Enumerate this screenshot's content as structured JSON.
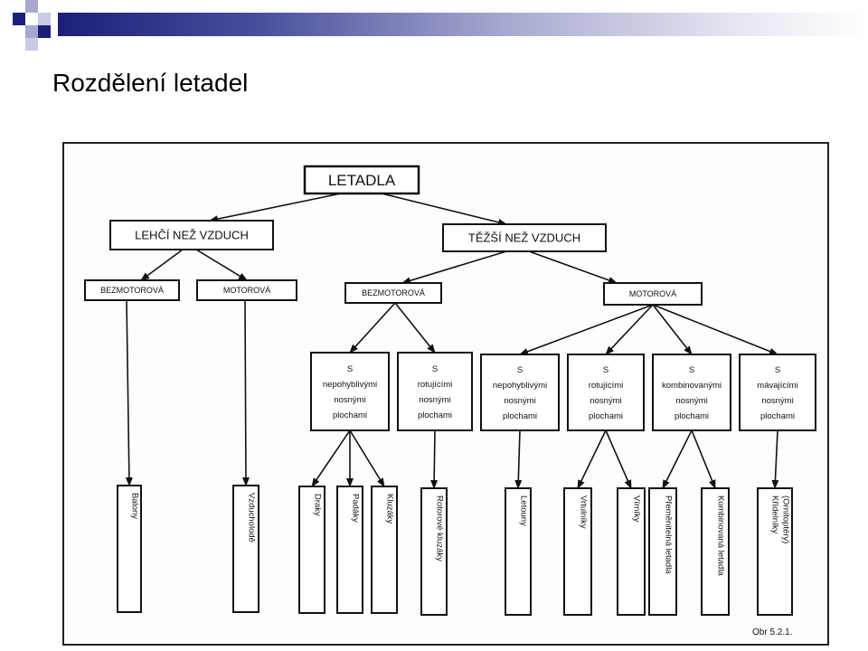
{
  "slide": {
    "title": "Rozdělení letadel"
  },
  "diagram": {
    "root": "LETADLA",
    "lighter": "LEHČÍ NEŽ VZDUCH",
    "heavier": "TĚŽŠÍ NEŽ VZDUCH",
    "lighter_unpowered": "BEZMOTOROVÁ",
    "lighter_powered": "MOTOROVÁ",
    "heavier_unpowered": "BEZMOTOROVÁ",
    "heavier_powered": "MOTOROVÁ",
    "groups": [
      {
        "id": "g1",
        "lines": [
          "S",
          "nepohyblivými",
          "nosnými",
          "plochami"
        ]
      },
      {
        "id": "g2",
        "lines": [
          "S",
          "rotujícími",
          "nosnými",
          "plochami"
        ]
      },
      {
        "id": "g3",
        "lines": [
          "S",
          "nepohyblivými",
          "nosnými",
          "plochami"
        ]
      },
      {
        "id": "g4",
        "lines": [
          "S",
          "rotujícími",
          "nosnými",
          "plochami"
        ]
      },
      {
        "id": "g5",
        "lines": [
          "S",
          "kombinovanými",
          "nosnými",
          "plochami"
        ]
      },
      {
        "id": "g6",
        "lines": [
          "S",
          "mávajícími",
          "nosnými",
          "plochami"
        ]
      }
    ],
    "leaves": [
      {
        "id": "balony",
        "lines": [
          "Balony"
        ]
      },
      {
        "id": "vzducholode",
        "lines": [
          "Vzducholodě"
        ]
      },
      {
        "id": "draky",
        "lines": [
          "Draky"
        ]
      },
      {
        "id": "padaky",
        "lines": [
          "Padáky"
        ]
      },
      {
        "id": "kluzaky",
        "lines": [
          "Kluzáky"
        ]
      },
      {
        "id": "rotorove-kluzaky",
        "lines": [
          "Rotorové kluzáky"
        ]
      },
      {
        "id": "letouny",
        "lines": [
          "Letouny"
        ]
      },
      {
        "id": "vrtulniky",
        "lines": [
          "Vrtulníky"
        ]
      },
      {
        "id": "virniky",
        "lines": [
          "Vírníky"
        ]
      },
      {
        "id": "premenitelna-letadla",
        "lines": [
          "Přeměnitelná letadla"
        ]
      },
      {
        "id": "kombinovana-letadla",
        "lines": [
          "Kombinovaná letadla"
        ]
      },
      {
        "id": "kridelniky",
        "lines": [
          "Křídelníky",
          "(Ornitoptéry)"
        ]
      }
    ],
    "figure_label": "Obr 5.2.1."
  },
  "colors": {
    "dark_blue": "#1b1f7a",
    "light_blue": "#a6a8cf"
  }
}
